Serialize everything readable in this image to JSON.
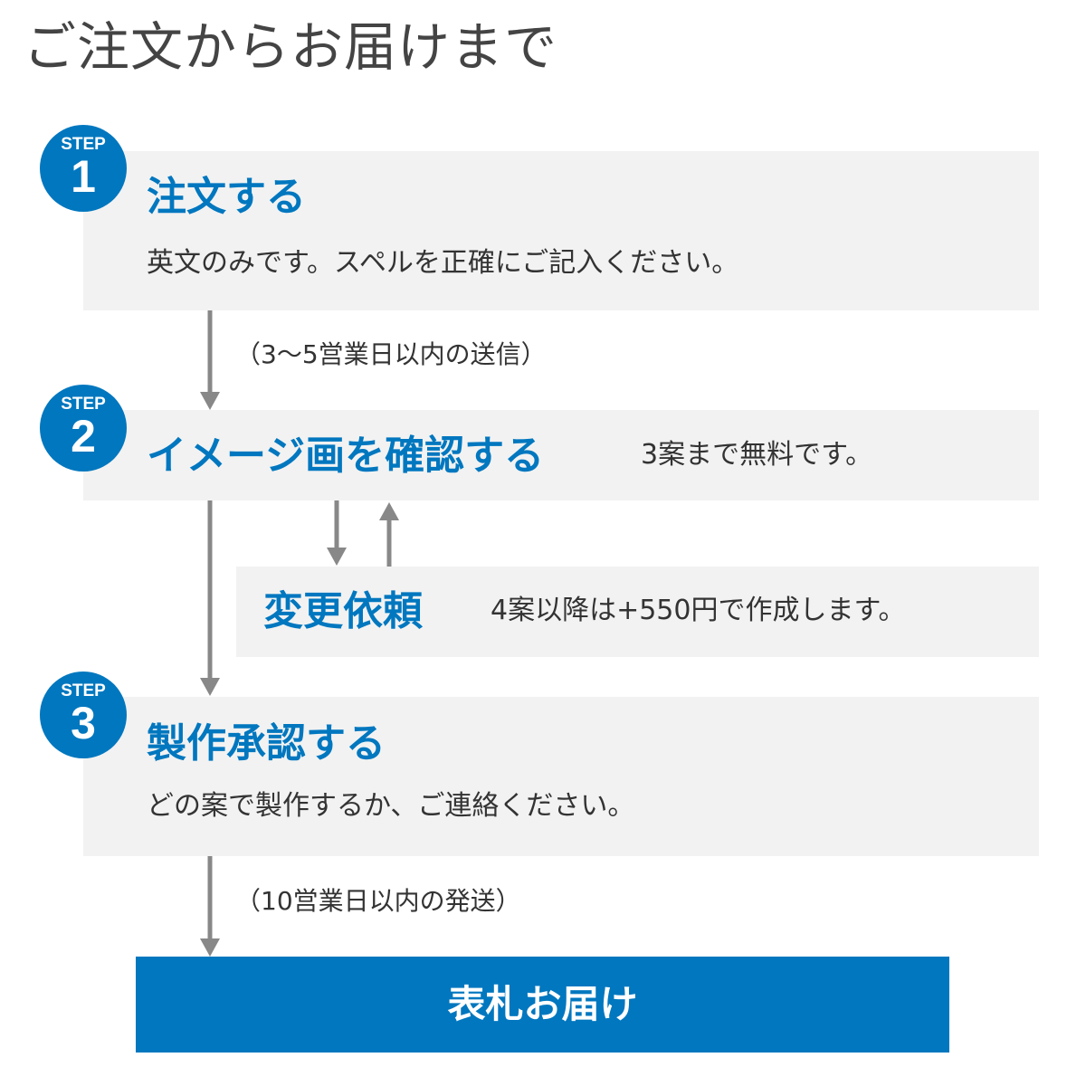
{
  "title": "ご注文からお届けまで",
  "step_label": "STEP",
  "steps": [
    {
      "number": "1",
      "heading": "注文する",
      "description": "英文のみです。スペルを正確にご記入ください。"
    },
    {
      "number": "2",
      "heading": "イメージ画を確認する",
      "description": "3案まで無料です。"
    },
    {
      "number": "3",
      "heading": "製作承認する",
      "description": "どの案で製作するか、ご連絡ください。"
    }
  ],
  "revision": {
    "heading": "変更依頼",
    "description": "4案以降は+550円で作成します。"
  },
  "notes": {
    "after_step1": "（3〜5営業日以内の送信）",
    "after_step3": "（10営業日以内の発送）"
  },
  "final": {
    "label": "表札お届け"
  },
  "colors": {
    "accent": "#0077bf",
    "box": "#f2f2f2",
    "arrow": "#888888"
  }
}
